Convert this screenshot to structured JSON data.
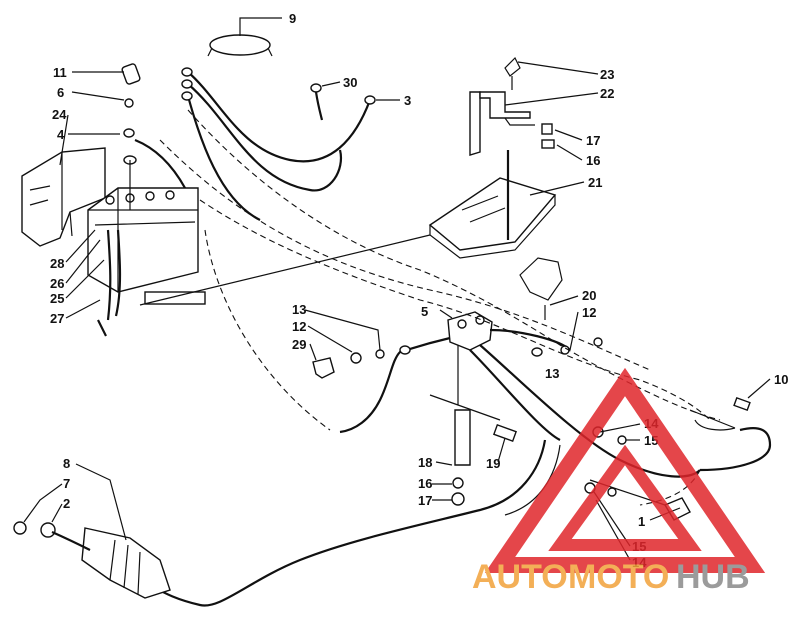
{
  "parts": [
    "9",
    "11",
    "6",
    "24",
    "4",
    "28",
    "26",
    "25",
    "27",
    "30",
    "3",
    "23",
    "22",
    "17",
    "16",
    "21",
    "20",
    "12",
    "13",
    "5",
    "13",
    "12",
    "29",
    "10",
    "14",
    "15",
    "1",
    "15",
    "14",
    "18",
    "19",
    "16",
    "17",
    "8",
    "7",
    "2"
  ],
  "watermark": {
    "auto": "AUTO",
    "moto": "MOTO",
    "hub": "HUB",
    "accent": "#e0262b",
    "orange": "#f2a23a",
    "gray": "#8a8a8a"
  }
}
